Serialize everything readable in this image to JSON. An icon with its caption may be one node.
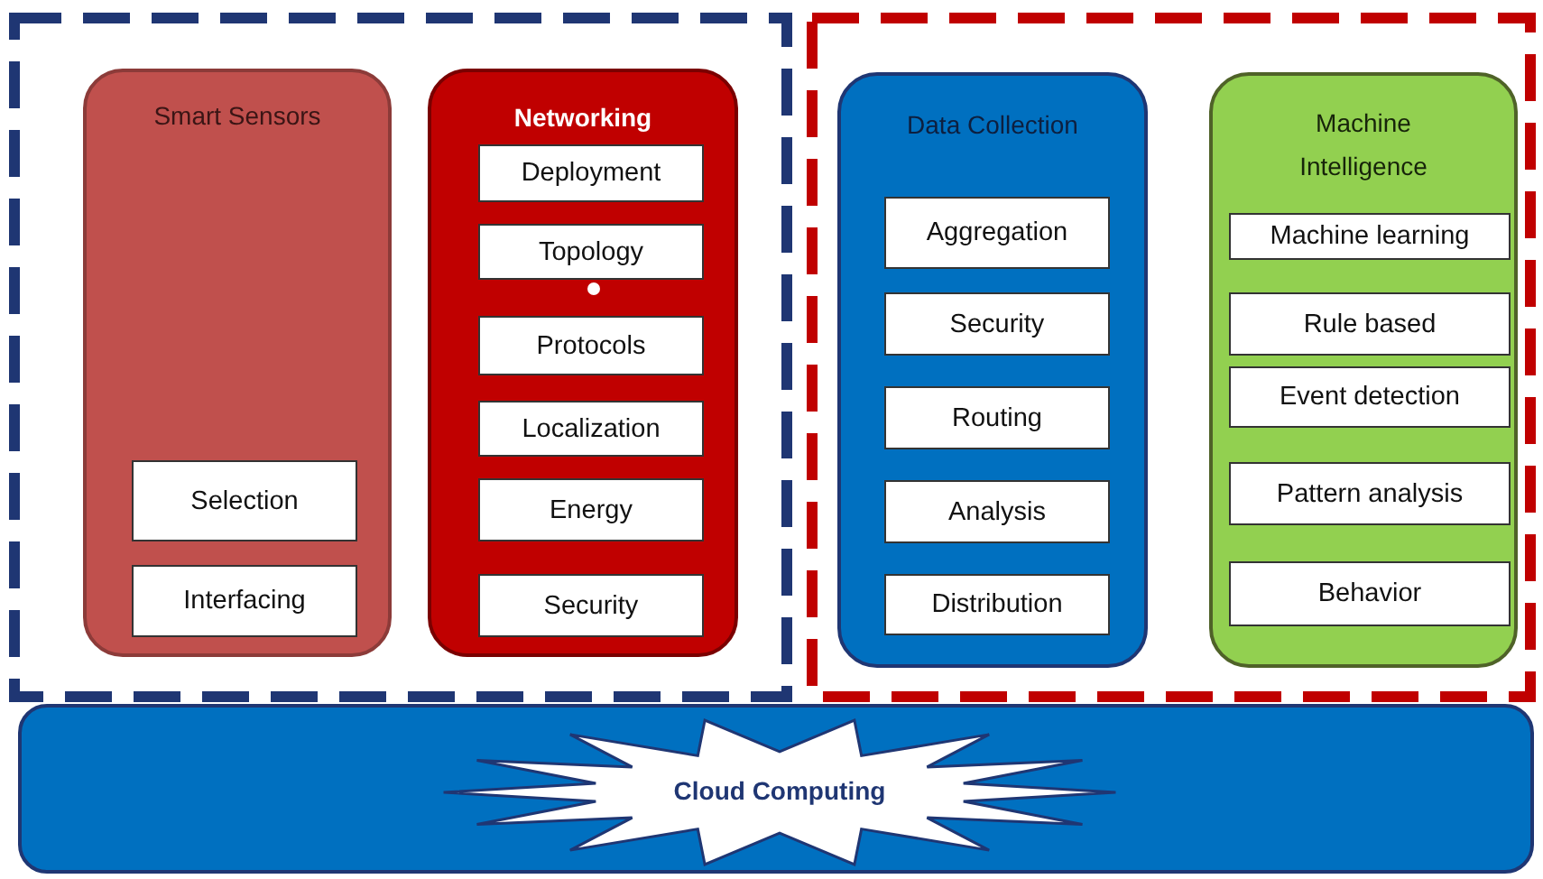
{
  "diagram": {
    "nodes": [
      {
        "text": [
          "Smart Sensors"
        ]
      },
      {
        "text": [
          "Selection"
        ],
        "in": 0
      },
      {
        "text": [
          "Interfacing"
        ],
        "in": 0
      },
      {
        "text": [
          "Networking"
        ]
      },
      {
        "text": [
          "Deployment"
        ],
        "in": 3
      },
      {
        "text": [
          "Topology"
        ],
        "in": 3
      },
      {
        "text": [
          "Protocols"
        ],
        "in": 3
      },
      {
        "text": [
          "Localization"
        ],
        "in": 3
      },
      {
        "text": [
          "Energy"
        ],
        "in": 3
      },
      {
        "text": [
          "Security"
        ],
        "in": 3
      },
      {
        "text": [
          "Data Collection"
        ]
      },
      {
        "text": [
          "Aggregation"
        ],
        "in": 10
      },
      {
        "text": [
          "Security"
        ],
        "in": 10
      },
      {
        "text": [
          "Routing"
        ],
        "in": 10
      },
      {
        "text": [
          "Analysis"
        ],
        "in": 10
      },
      {
        "text": [
          "Distribution"
        ],
        "in": 10
      },
      {
        "text": [
          "Machine Intelligence"
        ]
      },
      {
        "text": [
          "Machine learning"
        ],
        "in": 16
      },
      {
        "text": [
          "Rule based"
        ],
        "in": 16
      },
      {
        "text": [
          "Event detection"
        ],
        "in": 16
      },
      {
        "text": [
          "Pattern analysis"
        ],
        "in": 16
      },
      {
        "text": [
          "Behavior"
        ],
        "in": 16
      },
      {
        "text": [],
        "shape": "box"
      },
      {
        "text": [
          "Cloud Computing"
        ],
        "in": 22
      }
    ]
  }
}
